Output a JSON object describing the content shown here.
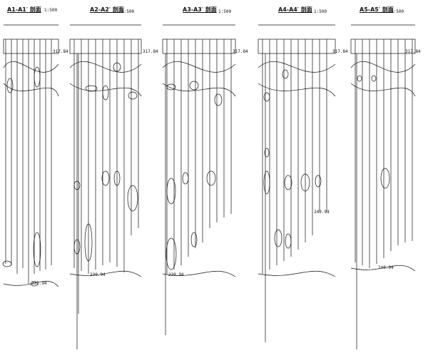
{
  "sections": [
    {
      "title": "A1-A1′ 剖面",
      "scale": "1:500",
      "top_elev": "317.84",
      "bottom_elev": "231.94"
    },
    {
      "title": "A2-A2′ 剖面",
      "scale": "1:500",
      "top_elev": "317.84",
      "bottom_elev": "230.94"
    },
    {
      "title": "A3-A3′ 剖面",
      "scale": "1:500",
      "top_elev": "317.84",
      "bottom_elev": "230.94"
    },
    {
      "title": "A4-A4′ 剖面",
      "scale": "1:500",
      "top_elev": "317.84",
      "bottom_elev": "240.94"
    },
    {
      "title": "A5-A5′ 剖面",
      "scale": "1:500",
      "top_elev": "317.84",
      "bottom_elev": "240.94"
    }
  ],
  "colors": {
    "line": "#111111",
    "background": "#ffffff"
  }
}
